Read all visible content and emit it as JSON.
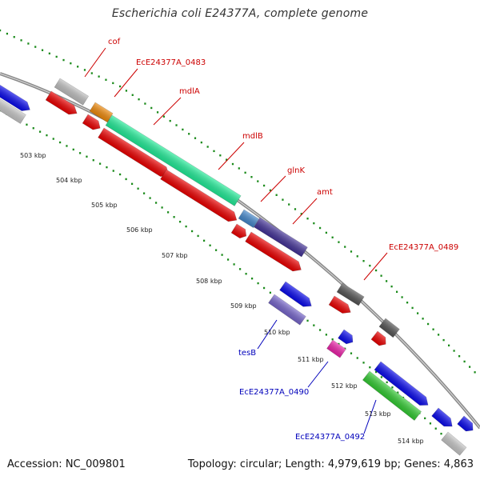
{
  "title": "Escherichia coli E24377A, complete genome",
  "footer": {
    "accession": "Accession: NC_009801",
    "summary": "Topology: circular; Length: 4,979,619 bp; Genes: 4,863"
  },
  "colors": {
    "backbone": "#888888",
    "tick": "#1a8a1a",
    "label_forward": "#cc0000",
    "label_reverse": "#0000bb"
  },
  "tick_labels": [
    "503 kbp",
    "504 kbp",
    "505 kbp",
    "506 kbp",
    "507 kbp",
    "508 kbp",
    "509 kbp",
    "510 kbp",
    "511 kbp",
    "512 kbp",
    "513 kbp",
    "514 kbp"
  ],
  "gene_labels_forward": [
    "cof",
    "EcE24377A_0483",
    "mdlA",
    "mdlB",
    "glnK",
    "amt",
    "EcE24377A_0489"
  ],
  "gene_labels_reverse": [
    "tesB",
    "EcE24377A_0490",
    "EcE24377A_0492"
  ]
}
